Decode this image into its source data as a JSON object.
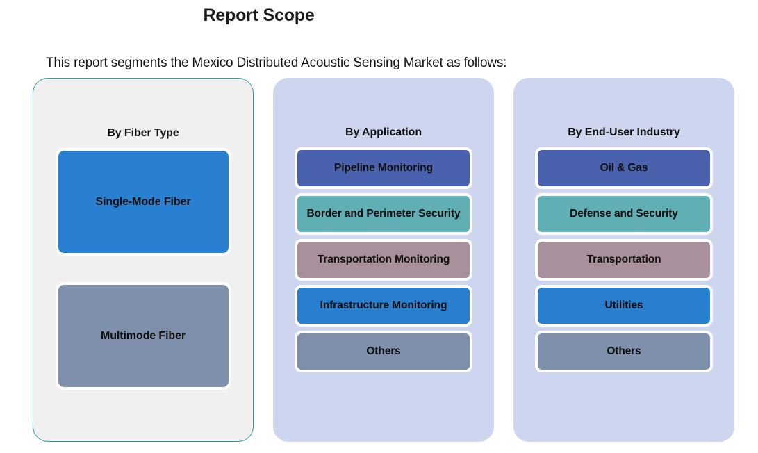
{
  "title": "Report Scope",
  "subtitle": "This report segments the Mexico Distributed Acoustic Sensing Market as follows:",
  "palette": {
    "indigo": "#4a62ae",
    "teal": "#5fafb4",
    "mauve": "#a8909c",
    "blue": "#2980d0",
    "slate": "#7e8fab",
    "column_light": "#f0f0f0",
    "column_blue": "#cdd6ee",
    "column_border_teal": "#2e9aa5",
    "chip_border": "#ffffff"
  },
  "columns": [
    {
      "header": "By Fiber Type",
      "style": "light",
      "items": [
        {
          "label": "Single-Mode Fiber",
          "color": "#2980d0"
        },
        {
          "label": "Multimode Fiber",
          "color": "#7e8fab"
        }
      ]
    },
    {
      "header": "By Application",
      "style": "blue",
      "items": [
        {
          "label": "Pipeline Monitoring",
          "color": "#4a62ae"
        },
        {
          "label": "Border and Perimeter Security",
          "color": "#5fafb4"
        },
        {
          "label": "Transportation Monitoring",
          "color": "#a8909c"
        },
        {
          "label": "Infrastructure Monitoring",
          "color": "#2980d0"
        },
        {
          "label": "Others",
          "color": "#7e8fab"
        }
      ]
    },
    {
      "header": "By End-User Industry",
      "style": "blue",
      "items": [
        {
          "label": "Oil & Gas",
          "color": "#4a62ae"
        },
        {
          "label": "Defense and Security",
          "color": "#5fafb4"
        },
        {
          "label": "Transportation",
          "color": "#a8909c"
        },
        {
          "label": "Utilities",
          "color": "#2980d0"
        },
        {
          "label": "Others",
          "color": "#7e8fab"
        }
      ]
    }
  ]
}
